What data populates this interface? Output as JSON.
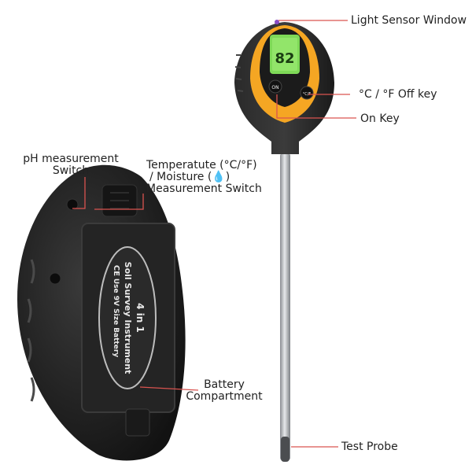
{
  "labels": {
    "light_sensor": "Light Sensor Window",
    "temp_off_key": "°C / °F Off key",
    "on_key": "On Key",
    "ph_switch_line1": "pH measurement",
    "ph_switch_line2": "Switch",
    "temp_switch_line1": "Temperatute (°C/°F)",
    "temp_switch_line2": "/ Moisture (💧)",
    "temp_switch_line3": "Measurement Switch",
    "battery_line1": "Battery",
    "battery_line2": "Compartment",
    "test_probe": "Test Probe"
  },
  "device_text": {
    "line1": "4 in 1",
    "line2": "Soil Survey Instrument",
    "line3": "Use 9V Size Battery",
    "ce_mark": "CE",
    "lcd_reading": "82",
    "on_button": "ON",
    "cf_button": "°C/F"
  },
  "colors": {
    "leader_line": "#d9534f",
    "device_body": "#1f1f1f",
    "bezel": "#f5a623",
    "lcd": "#7ed957",
    "probe": "#b9bcc0"
  }
}
